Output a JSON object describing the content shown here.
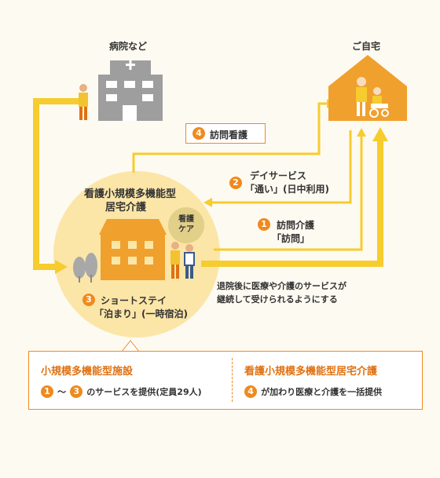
{
  "places": {
    "hospital_label": "病院など",
    "home_label": "ご自宅",
    "facility_title_line1": "看護小規模多機能型",
    "facility_title_line2": "居宅介護",
    "care_badge_line1": "看護",
    "care_badge_line2": "ケア"
  },
  "services": [
    {
      "num": "4",
      "label": "訪問看護"
    },
    {
      "num": "2",
      "label_line1": "デイサービス",
      "label_line2": "「通い」(日中利用)"
    },
    {
      "num": "1",
      "label_line1": "訪問介護",
      "label_line2": "「訪問」"
    },
    {
      "num": "3",
      "label_line1": "ショートステイ",
      "label_line2": "「泊まり」(一時宿泊)"
    }
  ],
  "note_line1": "退院後に医療や介護のサービスが",
  "note_line2": "継続して受けられるようにする",
  "info_box": {
    "left_title": "小規模多機能型施設",
    "left_num_a": "1",
    "left_range_sep": "〜",
    "left_num_b": "3",
    "left_text": "のサービスを提供(定員29人)",
    "right_title": "看護小規模多機能型居宅介護",
    "right_num": "4",
    "right_text": "が加わり医療と介護を一括提供"
  },
  "colors": {
    "accent": "#ef8a1e",
    "arrow": "#f6cc2e",
    "circle": "#fbe6a8",
    "house": "#f0a02c",
    "hospital": "#9e9e9e"
  }
}
